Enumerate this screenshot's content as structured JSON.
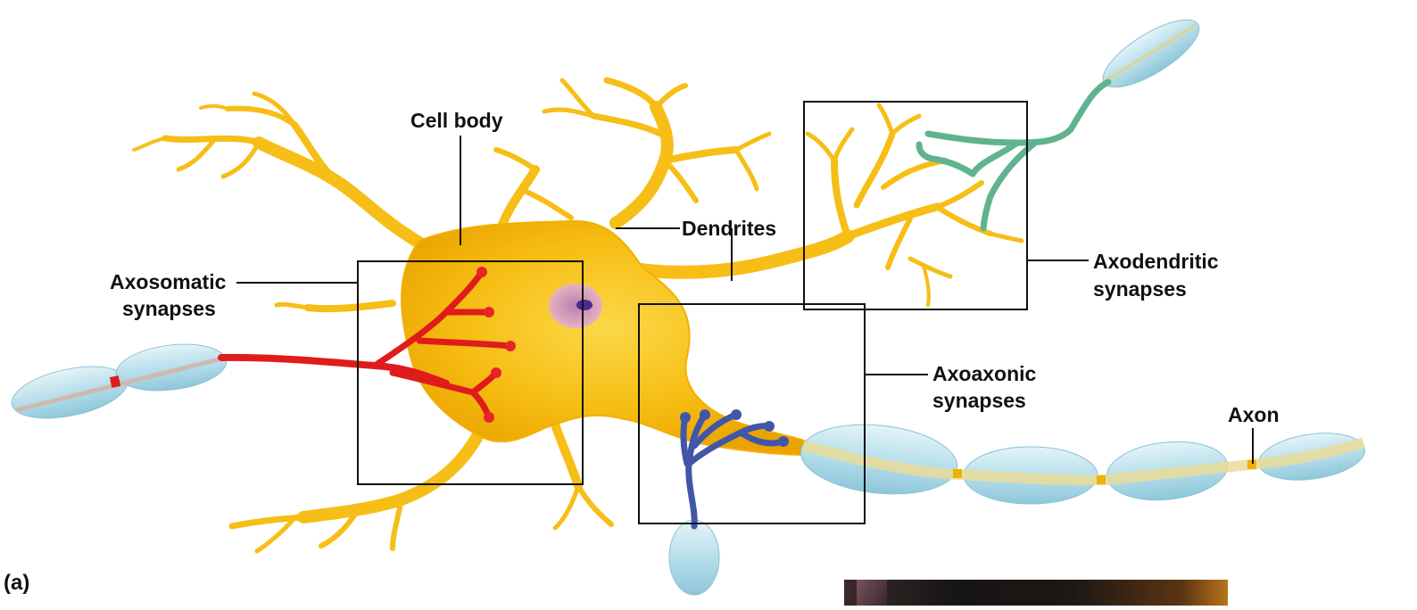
{
  "labels": {
    "cell_body": "Cell body",
    "dendrites": "Dendrites",
    "axosomatic": [
      "Axosomatic",
      "synapses"
    ],
    "axodendritic": [
      "Axodendritic",
      "synapses"
    ],
    "axoaxonic": [
      "Axoaxonic",
      "synapses"
    ],
    "axon": "Axon",
    "panel": "(a)"
  },
  "colors": {
    "neuron_body": "#f5b800",
    "dendrite": "#f7c21a",
    "myelin_sheath": "#bfe3ee",
    "axosomatic_axon": "#e01b1b",
    "axoaxonic_axon": "#4156a8",
    "axodendritic_axon": "#5fb38e",
    "nucleus": "#d9a0b4"
  }
}
